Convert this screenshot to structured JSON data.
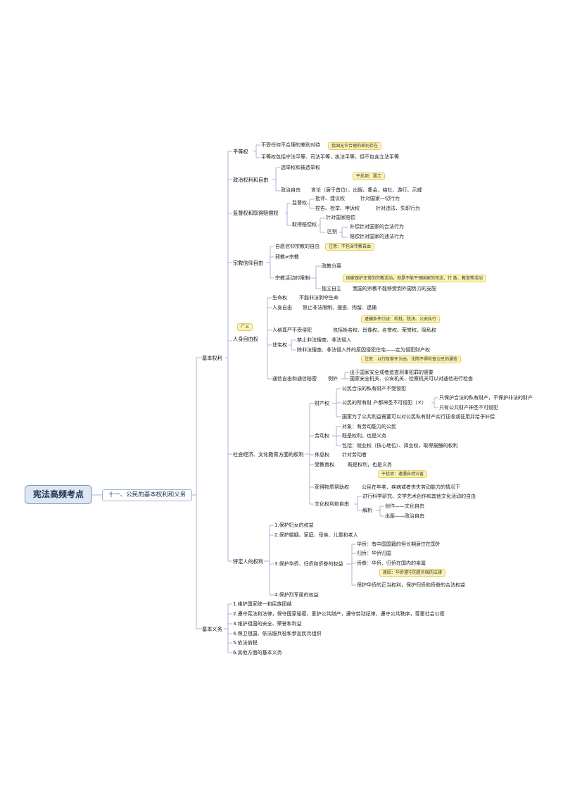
{
  "root": "宪法高频考点",
  "main": "十一、公民的基本权利和义务",
  "rights": {
    "label": "基本权利",
    "equality": {
      "label": "平等权",
      "c1": "不受任何不合理的差别对待",
      "c1_note": "我国允许合理的差别存在",
      "c2": "平等权包括守法平等、司法平等，执法平等，但不包含立法平等"
    },
    "political": {
      "label": "政治权利和自由",
      "c1": "选举权和被选举权",
      "note": "干扰项：罢工",
      "c2": "政治自由",
      "c2_detail": "言论（居于首位）、出版、集会、结社、游行、示威"
    },
    "supervision": {
      "label": "监督权和取得赔偿权",
      "sup": "监督权",
      "sup1": "批评、建议权",
      "sup1_target": "针对国家一切行为",
      "sup2": "控告、检举、申诉权",
      "sup2_target": "针对违法、失职行为",
      "comp": "取得赔偿权",
      "comp1": "针对国家赔偿",
      "diff": "区别",
      "diff1": "补偿针对国家的合法行为",
      "diff2": "赔偿针对国家的违法行为"
    },
    "religion": {
      "label": "宗教信仰自由",
      "c1": "自愿信仰宗教的自由",
      "c1_note": "注意：不包含传教自由",
      "c2": "邪教≠宗教",
      "c3": "宗教活动的限制",
      "c3a": "政教分离",
      "c3a_note": "国家保护正常的宗教活动，但是不能干预国家的司法、行 政、教育等活动",
      "c3b": "独立自主",
      "c3b_detail": "我国的宗教不能够受到外国势力的支配"
    },
    "personal": {
      "label": "人身自由权",
      "note": "广义",
      "life": "生命权",
      "life_detail": "不能非法剥夺生命",
      "freedom": "人身自由",
      "freedom_detail": "禁止非法限制、搜查、拘留、逮捕",
      "freedom_note": "逮捕条件口诀：检批、院决、公安执行",
      "dignity": "人格尊严不受侵犯",
      "dignity_detail": "包括姓名权、肖像权、名誉权、荣誉权、隐私权",
      "residence": "住宅权",
      "residence1": "禁止非法搜查、非法侵入",
      "residence2": "除非法搜查、非法侵入外的原因侵犯住宅——定为侵犯财产权",
      "residence_note": "注意：以行政案件为由，法院不得检查公民的通信",
      "comm": "通信自由和通信秘密",
      "comm_ex": "例外",
      "comm_ex1": "出于国家安全或者追查刑事犯罪的需要",
      "comm_ex2": "国家安全机关、公安机关、检察机关可以对通信进行检查"
    },
    "socio": {
      "label": "社会经济、文化教育方面的权利",
      "property": "财产权",
      "p1": "公民合法的私有财产不受侵犯",
      "p2": "公民的所有财 产都神圣不可侵犯（✕）",
      "p2a": "只保护合法的私有财产，不保护非法的财产",
      "p2b": "只有公共财产神圣不可侵犯",
      "p3": "国家为了公共利益需要可以对公民私有财产实行征收或征用并给予补偿",
      "labor": "劳动权",
      "l1": "对象：有劳动能力的公民",
      "l2": "既是权利，也是义务",
      "l3": "包括：就业权（核心地位）、择业权，取得报酬的权利",
      "rest": "休息权",
      "rest_detail": "针对劳动者",
      "edu": "受教育权",
      "edu_detail": "既是权利，也是义务",
      "edu_note": "干扰项：遭遇自然灾害",
      "aid": "获得物质帮助权",
      "aid_detail": "公民在年老、疾病或者丧失劳动能力的情况下",
      "culture": "文化权利和自由",
      "cul1": "进行科学研究、文学艺术创作和其他文化活动的自由",
      "cul_a": "解析",
      "cul_a1": "创作——文化自由",
      "cul_a2": "出版——政治自由"
    },
    "special": {
      "label": "特定人的权利",
      "s1": "1.保护妇女的权益",
      "s2": "2.保护婚姻、家庭、母亲、儿童和老人",
      "s3": "3.保护华侨、归侨和侨眷的权益",
      "s3a": "华侨：有中国国籍的但长期居住在国外",
      "s3b": "归侨：华侨归国",
      "s3c": "侨眷：华侨、归侨在国内的亲属",
      "s3_note": "原因：华侨遵守的是外国的法律",
      "s3d": "保护华侨的正当权利，保护归侨和侨眷的合法权益",
      "s4": "4.保护烈军属的权益"
    }
  },
  "duties": {
    "label": "基本义务",
    "d1": "1.维护国家统一和民族团结",
    "d2": "2.遵守宪法和法律，保守国家秘密，爱护公共财产，遵守劳动纪律，遵守公共秩序，尊重社会公德",
    "d3": "3.维护祖国的安全、荣誉和利益",
    "d4": "4.保卫祖国、依法服兵役和参加民兵组织",
    "d5": "5.依法纳税",
    "d6": "6.其他方面的基本义务"
  },
  "colors": {
    "line": "#8da6cb",
    "root_fill": "#dde7f4",
    "note_fill": "#fbf3b6"
  }
}
